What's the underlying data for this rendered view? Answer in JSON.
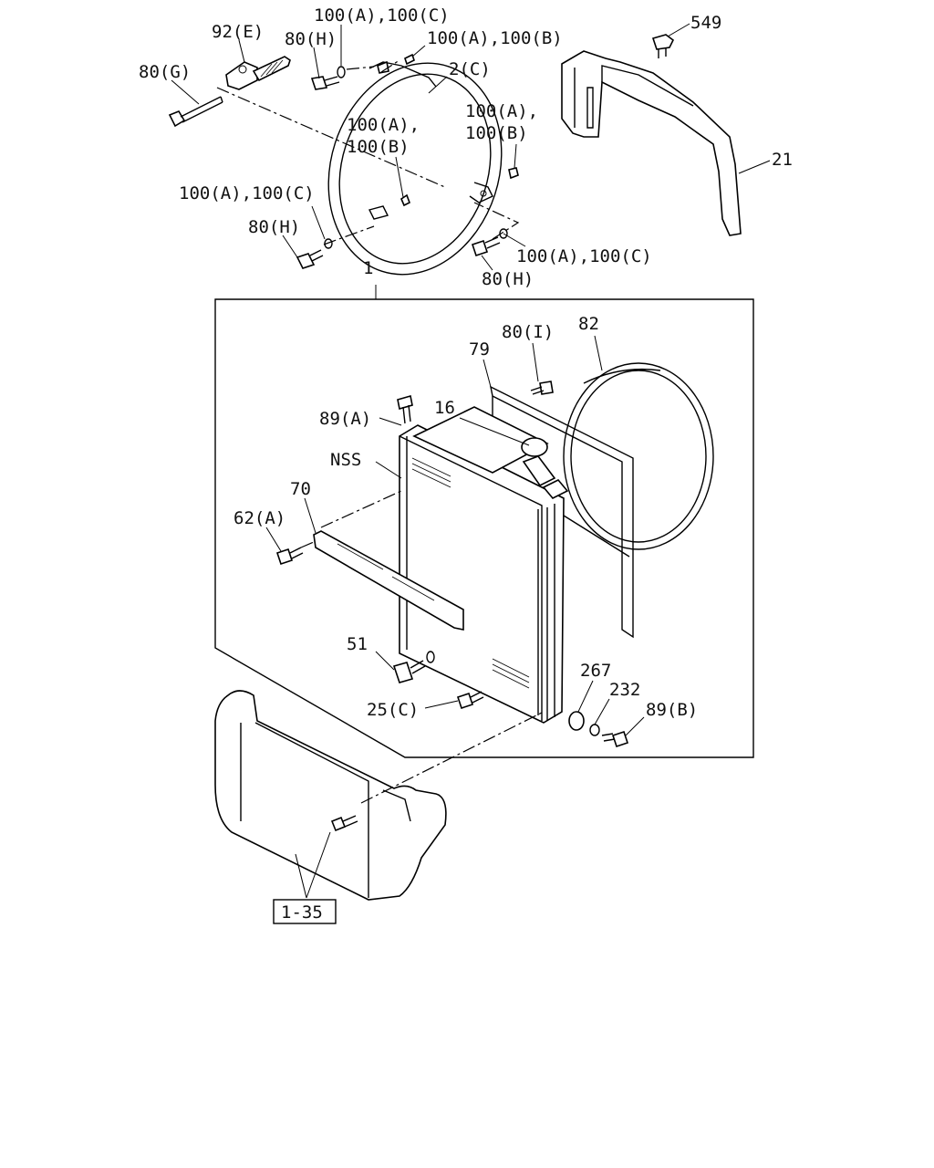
{
  "labels": {
    "l_100A_100C_top": "100(A),100(C)",
    "l_92E": "92(E)",
    "l_80H_top": "80(H)",
    "l_100A_100B_top": "100(A),100(B)",
    "l_549": "549",
    "l_80G": "80(G)",
    "l_2C": "2(C)",
    "l_100A_comma_1": "100(A),",
    "l_100B_1": "100(B)",
    "l_100A_comma_2": "100(A),",
    "l_100B_2": "100(B)",
    "l_21": "21",
    "l_100A_100C_left": "100(A),100(C)",
    "l_80H_left": "80(H)",
    "l_100A_100C_right": "100(A),100(C)",
    "l_80H_bottom": "80(H)",
    "l_1": "1",
    "l_82": "82",
    "l_80I": "80(I)",
    "l_79": "79",
    "l_16": "16",
    "l_89A": "89(A)",
    "l_NSS": "NSS",
    "l_70": "70",
    "l_62A": "62(A)",
    "l_51": "51",
    "l_267": "267",
    "l_232": "232",
    "l_89B": "89(B)",
    "l_25C": "25(C)",
    "l_ref": "1-35"
  }
}
